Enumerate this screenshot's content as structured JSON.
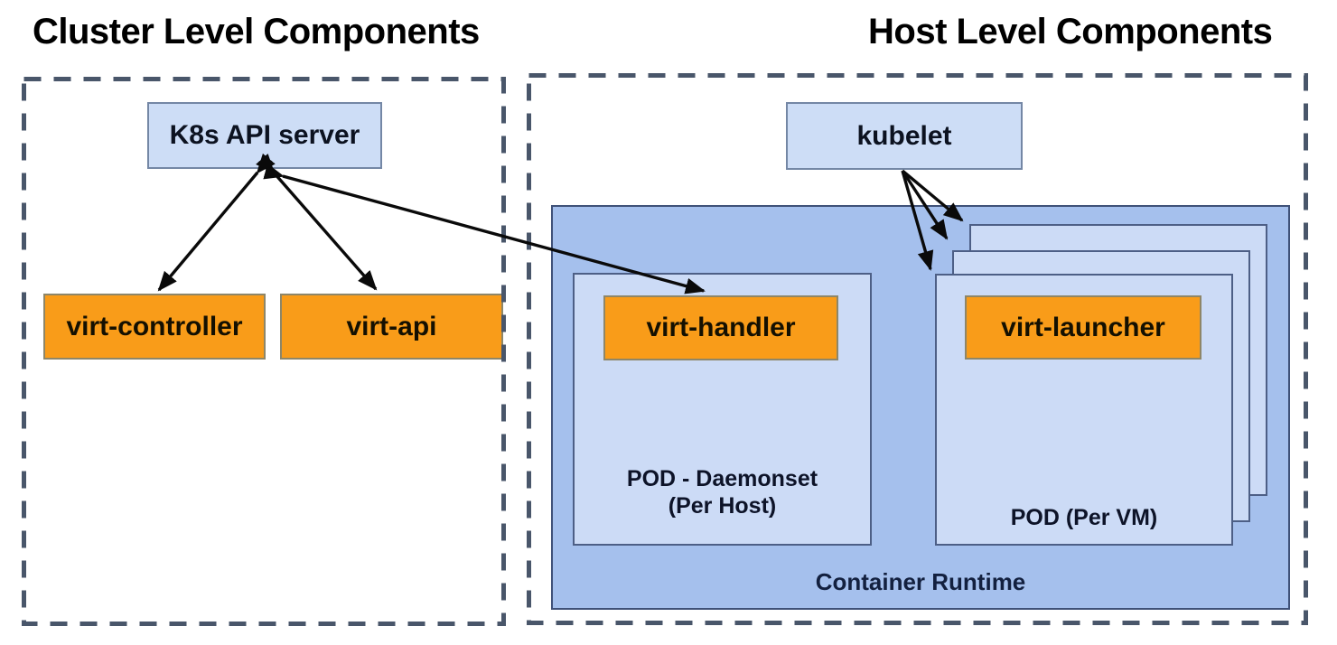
{
  "titles": {
    "cluster": "Cluster Level Components",
    "host": "Host Level Components"
  },
  "nodes": {
    "k8s_api_server": {
      "label": "K8s API server",
      "type": "blue"
    },
    "virt_controller": {
      "label": "virt-controller",
      "type": "orange"
    },
    "virt_api": {
      "label": "virt-api",
      "type": "orange"
    },
    "kubelet": {
      "label": "kubelet",
      "type": "blue"
    },
    "virt_handler": {
      "label": "virt-handler",
      "type": "orange"
    },
    "virt_launcher": {
      "label": "virt-launcher",
      "type": "orange"
    },
    "pod_daemonset": {
      "label_line1": "POD - Daemonset",
      "label_line2": "(Per Host)"
    },
    "pod_per_vm": {
      "label": "POD (Per VM)",
      "stack_count": 3
    },
    "container_runtime": {
      "label": "Container Runtime"
    }
  },
  "edges": [
    {
      "from": "k8s_api_server",
      "to": "virt_controller",
      "bidirectional": true
    },
    {
      "from": "k8s_api_server",
      "to": "virt_api",
      "bidirectional": true
    },
    {
      "from": "k8s_api_server",
      "to": "virt_handler",
      "bidirectional": true
    },
    {
      "from": "kubelet",
      "to": "pod_per_vm_stack_back",
      "bidirectional": false
    },
    {
      "from": "kubelet",
      "to": "pod_per_vm_stack_middle",
      "bidirectional": false
    },
    {
      "from": "kubelet",
      "to": "pod_per_vm_stack_front",
      "bidirectional": false
    }
  ],
  "colors": {
    "blue_node_fill": "#cdddf6",
    "blue_node_border": "#7487a5",
    "orange_node_fill": "#f99c19",
    "orange_node_border": "#8e8668",
    "container_runtime_fill": "#a5c0ed",
    "container_runtime_border": "#3f5178",
    "pod_fill": "#ccdbf6",
    "pod_border": "#4d5f86",
    "dashed_border": "#49566a",
    "arrow": "#0a0a0a",
    "title_text": "#000000"
  }
}
